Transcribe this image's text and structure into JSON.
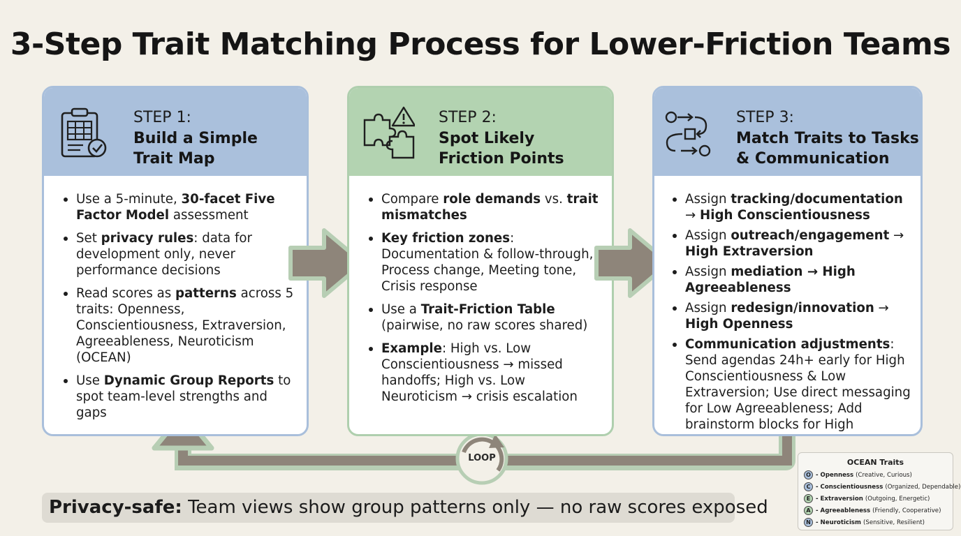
{
  "title": "3-Step Trait Matching Process for Lower-Friction Teams",
  "steps": [
    {
      "label": "STEP 1:",
      "title_line1": "Build a Simple",
      "title_line2": "Trait Map",
      "icon": "clipboard-grid-check-icon",
      "bullets": [
        [
          {
            "t": "Use a 5-minute, "
          },
          {
            "t": "30-facet Five Factor Model",
            "b": true
          },
          {
            "t": " assessment"
          }
        ],
        [
          {
            "t": "Set "
          },
          {
            "t": "privacy rules",
            "b": true
          },
          {
            "t": ": data for development only, never performance decisions"
          }
        ],
        [
          {
            "t": "Read scores as "
          },
          {
            "t": "patterns",
            "b": true
          },
          {
            "t": " across 5 traits: Openness, Conscientiousness, Extraversion, Agreeableness, Neuroticism (OCEAN)"
          }
        ],
        [
          {
            "t": "Use "
          },
          {
            "t": "Dynamic Group Reports",
            "b": true
          },
          {
            "t": " to spot team-level strengths and gaps"
          }
        ]
      ]
    },
    {
      "label": "STEP 2:",
      "title_line1": "Spot Likely",
      "title_line2": "Friction Points",
      "icon": "puzzle-warning-icon",
      "bullets": [
        [
          {
            "t": "Compare "
          },
          {
            "t": "role demands",
            "b": true
          },
          {
            "t": " vs. "
          },
          {
            "t": "trait mismatches",
            "b": true
          }
        ],
        [
          {
            "t": "Key friction zones",
            "b": true
          },
          {
            "t": ": Documentation & follow-through, Process change, Meeting tone, Crisis response"
          }
        ],
        [
          {
            "t": "Use a "
          },
          {
            "t": "Trait-Friction Table",
            "b": true
          },
          {
            "t": " (pairwise, no raw scores shared)"
          }
        ],
        [
          {
            "t": "Example",
            "b": true
          },
          {
            "t": ": High vs. Low Conscientiousness → missed handoffs; High vs. Low Neuroticism → crisis escalation"
          }
        ]
      ]
    },
    {
      "label": "STEP 3:",
      "title_line1": "Match Traits to Tasks",
      "title_line2": "& Communication",
      "icon": "flow-shapes-icon",
      "bullets": [
        [
          {
            "t": "Assign "
          },
          {
            "t": "tracking/documentation",
            "b": true
          },
          {
            "t": " → "
          },
          {
            "t": "High Conscientiousness",
            "b": true
          }
        ],
        [
          {
            "t": "Assign "
          },
          {
            "t": "outreach/engagement",
            "b": true
          },
          {
            "t": " → "
          },
          {
            "t": "High Extraversion",
            "b": true
          }
        ],
        [
          {
            "t": "Assign "
          },
          {
            "t": "mediation → High Agreeableness",
            "b": true
          }
        ],
        [
          {
            "t": "Assign "
          },
          {
            "t": "redesign/innovation",
            "b": true
          },
          {
            "t": " → "
          },
          {
            "t": "High Openness",
            "b": true
          }
        ],
        [
          {
            "t": "Communication adjustments",
            "b": true
          },
          {
            "t": ": Send agendas 24h+ early for High Conscientiousness & Low Extraversion; Use direct messaging for Low Agreeableness; Add brainstorm blocks for High Openness"
          }
        ]
      ]
    }
  ],
  "loop_label": "LOOP",
  "privacy": {
    "bold": "Privacy-safe:",
    "text": " Team views show group patterns only — no raw scores exposed"
  },
  "legend": {
    "title": "OCEAN Traits",
    "items": [
      {
        "letter": "O",
        "name": "- Openness",
        "desc": "(Creative, Curious)",
        "color": "#aac0dc"
      },
      {
        "letter": "C",
        "name": "- Conscientiousness",
        "desc": "(Organized, Dependable)",
        "color": "#aac0dc"
      },
      {
        "letter": "E",
        "name": "- Extraversion",
        "desc": "(Outgoing, Energetic)",
        "color": "#b3d3b1"
      },
      {
        "letter": "A",
        "name": "- Agreeableness",
        "desc": "(Friendly, Cooperative)",
        "color": "#b3d3b1"
      },
      {
        "letter": "N",
        "name": "- Neuroticism",
        "desc": "(Sensitive, Resilient)",
        "color": "#aac0dc"
      }
    ]
  },
  "colors": {
    "blue_header": "#aac0dc",
    "green_header": "#b3d3b1",
    "arrow_fill": "#8e857a",
    "arrow_outline": "#b7ceb4"
  }
}
